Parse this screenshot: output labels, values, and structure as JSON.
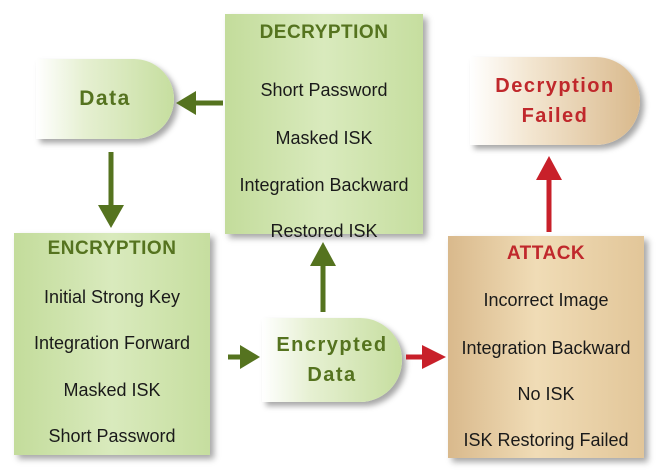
{
  "colors": {
    "green_text": "#55731f",
    "red_text": "#c0282c",
    "green_arrow": "#55731f",
    "red_arrow": "#c8202a",
    "green_fill": "#c6de9f",
    "tan_fill": "#e2c699"
  },
  "nodes": {
    "data": {
      "label": "Data"
    },
    "encrypted": {
      "line1": "Encrypted",
      "line2": "Data"
    },
    "failed": {
      "line1": "Decryption",
      "line2": "Failed"
    }
  },
  "decryption": {
    "title": "DECRYPTION",
    "items": [
      "Short Password",
      "Masked ISK",
      "Integration Backward",
      "Restored ISK"
    ]
  },
  "encryption": {
    "title": "ENCRYPTION",
    "items": [
      "Initial Strong Key",
      "Integration Forward",
      "Masked ISK",
      "Short Password"
    ]
  },
  "attack": {
    "title": "ATTACK",
    "items": [
      "Incorrect  Image",
      "Integration Backward",
      "No ISK",
      "ISK Restoring Failed"
    ]
  }
}
